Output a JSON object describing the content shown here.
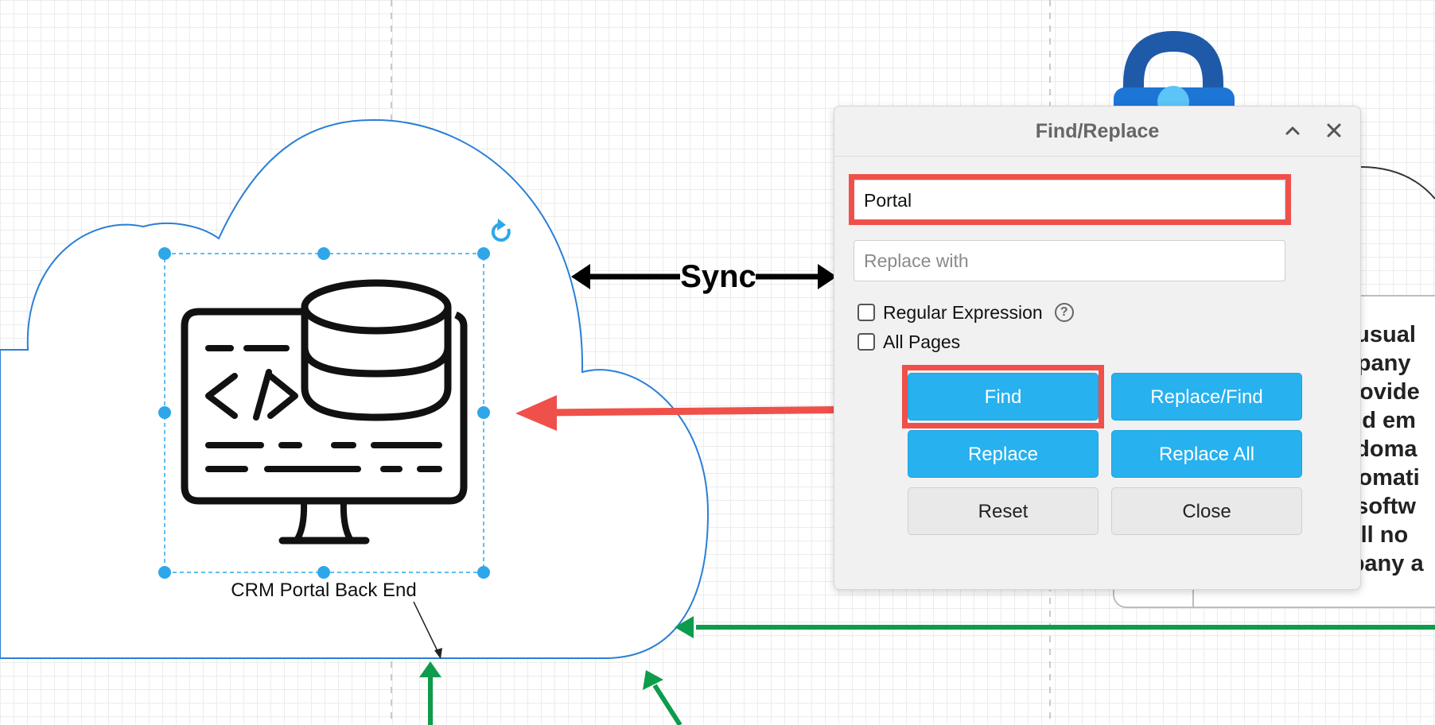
{
  "canvas": {
    "sync_label": "Sync",
    "shape_label": "CRM Portal Back End",
    "partial_text_lines": [
      "e usual",
      "mpany",
      "provide",
      "alid em",
      "s doma",
      "utomati",
      "e softw",
      "will no",
      "npany a"
    ]
  },
  "find_replace": {
    "title": "Find/Replace",
    "find_value": "Portal",
    "replace_placeholder": "Replace with",
    "regular_expression_label": "Regular Expression",
    "all_pages_label": "All Pages",
    "buttons": {
      "find": "Find",
      "replace_find": "Replace/Find",
      "replace": "Replace",
      "replace_all": "Replace All",
      "reset": "Reset",
      "close": "Close"
    }
  },
  "colors": {
    "accent_blue": "#27b1ee",
    "highlight_red": "#f0504a",
    "connector_green": "#0d9c4c",
    "selection_blue": "#2ea7ea",
    "cloud_outline": "#2a7fd6"
  },
  "icons": [
    "rotate-icon",
    "collapse-chevron-up-icon",
    "close-icon",
    "help-icon",
    "monitor-database-code-icon",
    "lock-icon"
  ]
}
